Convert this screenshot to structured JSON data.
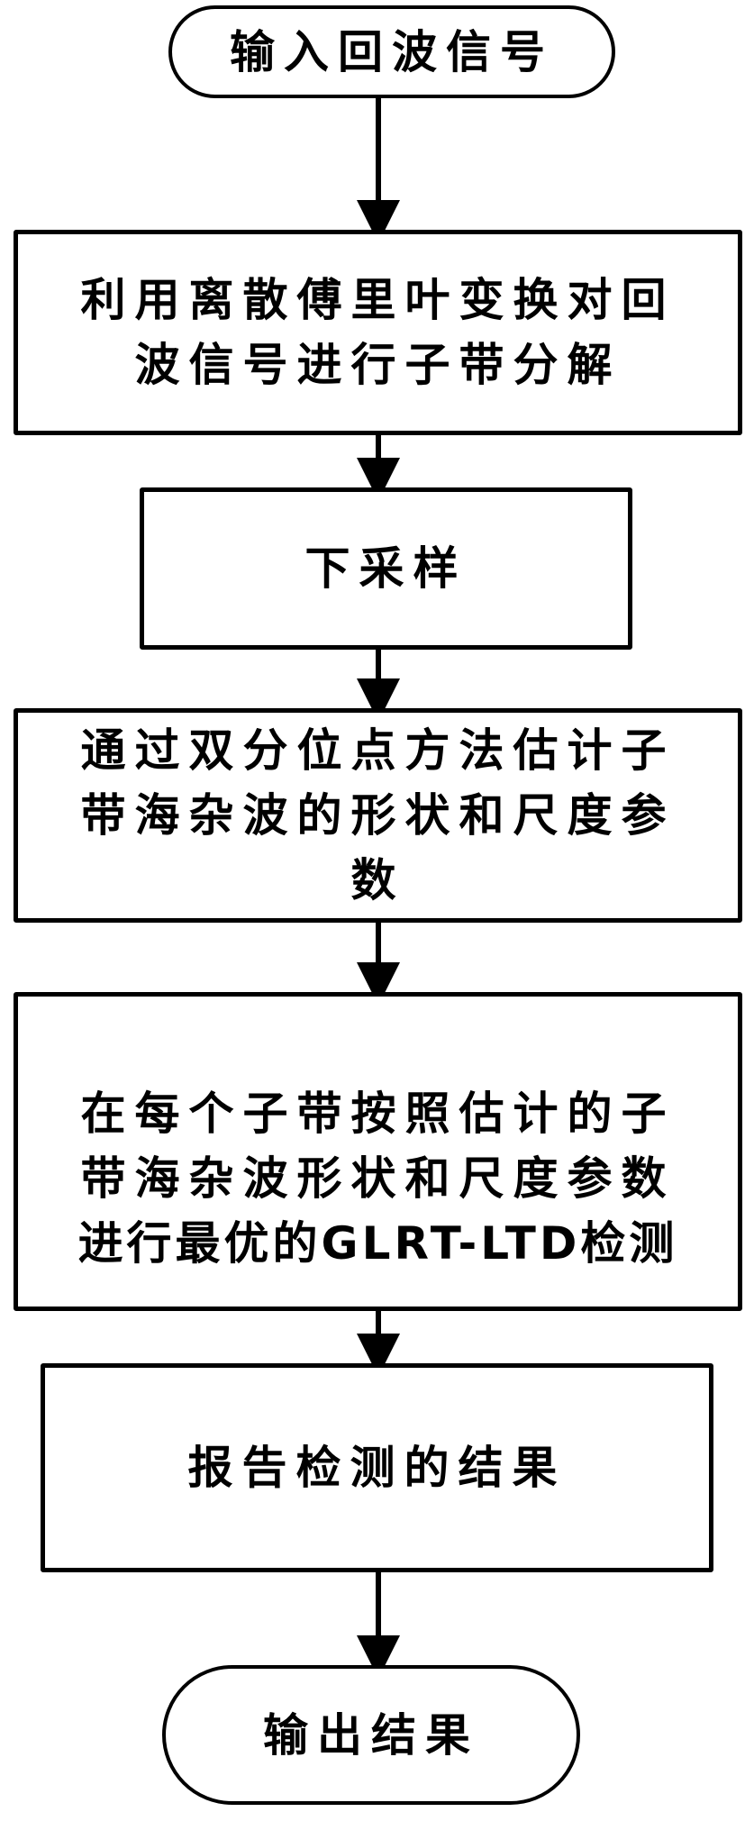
{
  "flowchart": {
    "start": {
      "lines": [
        "输入回波信号"
      ]
    },
    "step1": {
      "lines": [
        "利用离散傅里叶变换对回",
        "波信号进行子带分解"
      ]
    },
    "step2": {
      "lines": [
        "下采样"
      ]
    },
    "step3": {
      "lines": [
        "通过双分位点方法估计子",
        "带海杂波的形状和尺度参",
        "数"
      ]
    },
    "step4": {
      "lines": [
        "在每个子带按照估计的子",
        "带海杂波形状和尺度参数",
        "进行最优的GLRT-LTD检测"
      ]
    },
    "step5": {
      "lines": [
        "报告检测的结果"
      ]
    },
    "end": {
      "lines": [
        "输出结果"
      ]
    }
  }
}
